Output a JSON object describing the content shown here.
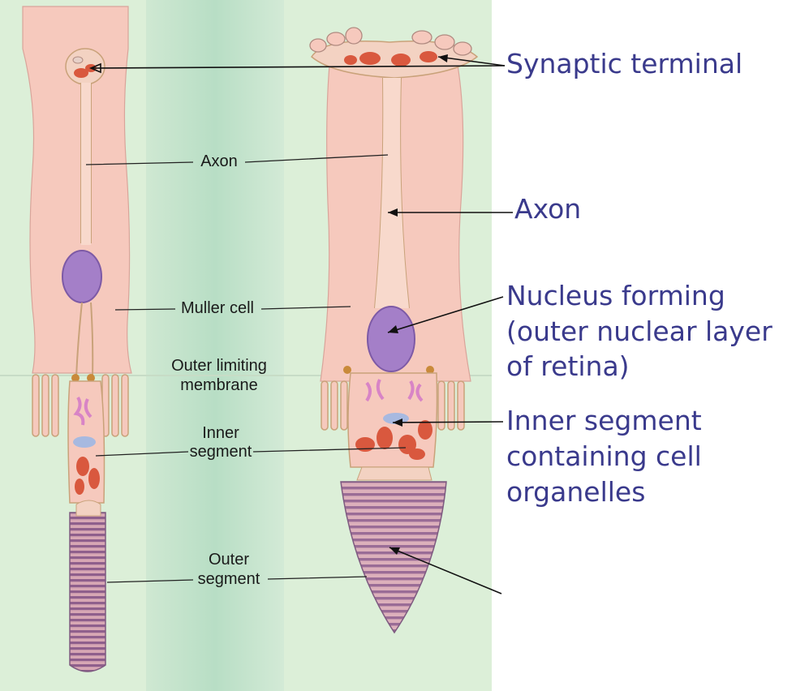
{
  "figure_labels": {
    "axon": "Axon",
    "muller_cell": "Muller cell",
    "outer_limiting_line1": "Outer limiting",
    "outer_limiting_line2": "membrane",
    "inner_segment_line1": "Inner",
    "inner_segment_line2": "segment",
    "outer_segment_line1": "Outer",
    "outer_segment_line2": "segment"
  },
  "callouts": {
    "synaptic_terminal": "Synaptic terminal",
    "axon": "Axon",
    "nucleus_line1": "Nucleus forming",
    "nucleus_line2": "(outer nuclear layer",
    "nucleus_line3": "of retina)",
    "inner_segment_line1": "Inner segment",
    "inner_segment_line2": "containing cell",
    "inner_segment_line3": "organelles"
  },
  "colors": {
    "background_green": "#dcefd8",
    "band_green": "#b9dfc4",
    "muller_pink": "#f6c9bd",
    "nucleus_purple": "#a47fc8",
    "mitochondria_red": "#d9583e",
    "disc_stack": "#9a6f98",
    "callout_blue": "#3a3a8c"
  }
}
